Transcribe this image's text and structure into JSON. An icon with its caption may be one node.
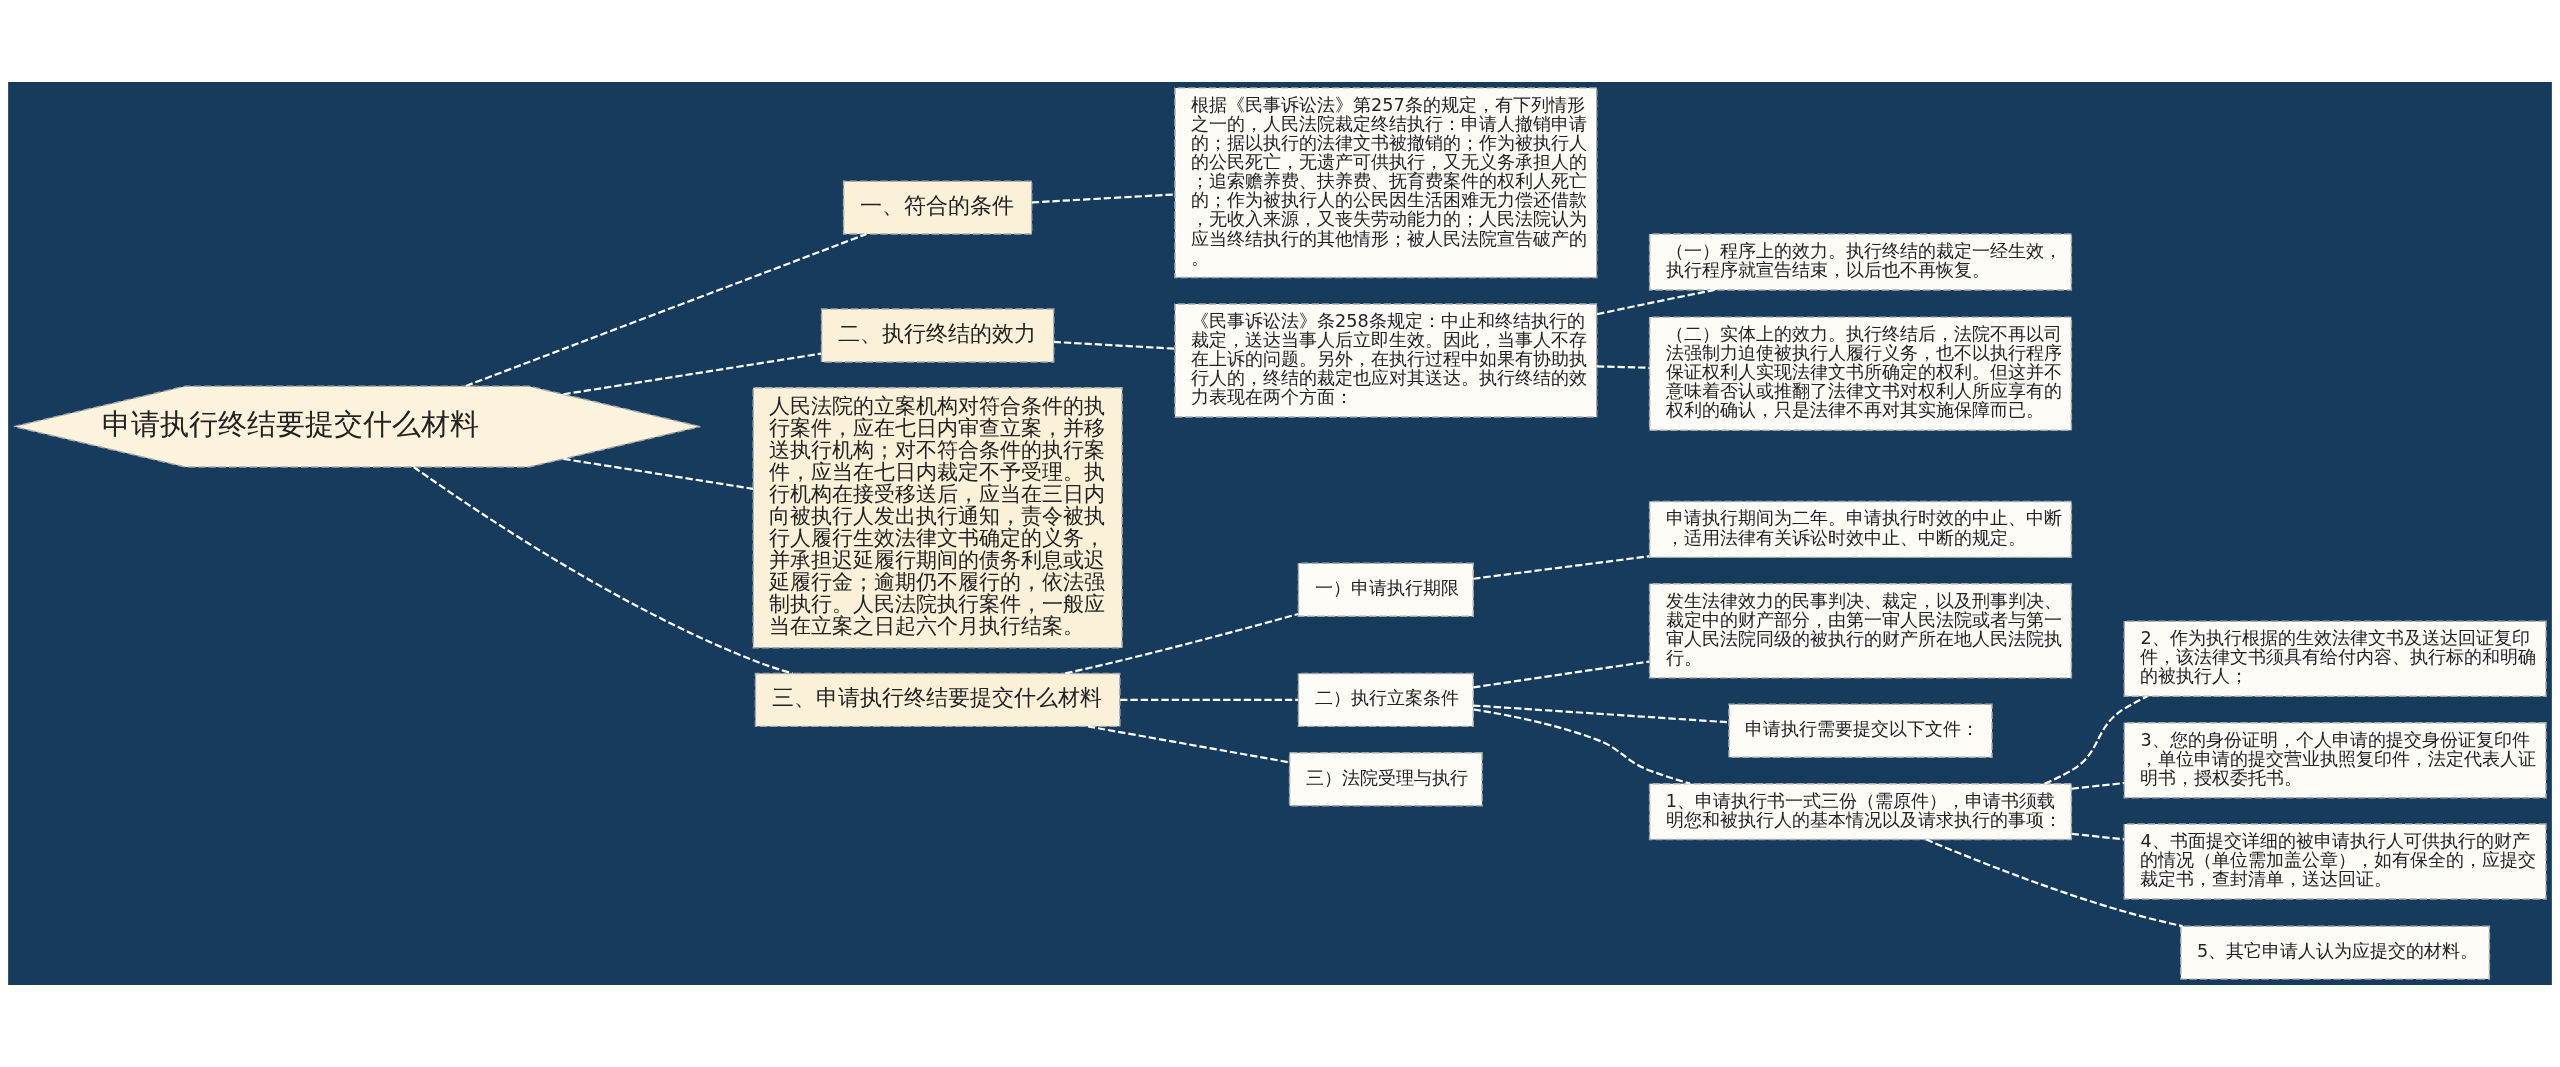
{
  "diagram": {
    "nodes": [
      {
        "text": [
          "申请执行终结要提交什么材料"
        ]
      },
      {
        "text": [
          "一、符合的条件"
        ]
      },
      {
        "text": [
          "根据《民事诉讼法》第257条的规定，有下列情形之一的，人民法院裁定终结执行：申请人撤销申请的；据以执行的法律文书被撤销的；作为被执行人的公民死亡，无遗产可供执行，又无义务承担人的；追索赡养费、扶养费、抚育费案件的权利人死亡的；作为被执行人的公民因生活困难无力偿还借款，无收入来源，又丧失劳动能力的；人民法院认为应当终结执行的其他情形；被人民法院宣告破产的。"
        ]
      },
      {
        "text": [
          "二、执行终结的效力"
        ]
      },
      {
        "text": [
          "《民事诉讼法》条258条规定：中止和终结执行的裁定，送达当事人后立即生效。因此，当事人不存在上诉的问题。另外，在执行过程中如果有协助执行人的，终结的裁定也应对其送达。执行终结的效力表现在两个方面："
        ]
      },
      {
        "text": [
          "（一）程序上的效力。执行终结的裁定一经生效，执行程序就宣告结束，以后也不再恢复。"
        ]
      },
      {
        "text": [
          "（二）实体上的效力。执行终结后，法院不再以司法强制力迫使被执行人履行义务，也不以执行程序保证权利人实现法律文书所确定的权利。但这并不意味着否认或推翻了法律文书对权利人所应享有的权利的确认，只是法律不再对其实施保障而已。"
        ]
      },
      {
        "text": [
          "人民法院的立案机构对符合条件的执行案件，应在七日内审查立案，并移送执行机构；对不符合条件的执行案件，应当在七日内裁定不予受理。执行机构在接受移送后，应当在三日内向被执行人发出执行通知，责令被执行人履行生效法律文书确定的义务，并承担迟延履行期间的债务利息或迟延履行金；逾期仍不履行的，依法强制执行。人民法院执行案件，一般应当在立案之日起六个月执行结案。"
        ]
      },
      {
        "text": [
          "三、申请执行终结要提交什么材料"
        ]
      },
      {
        "text": [
          "一）申请执行期限"
        ]
      },
      {
        "text": [
          "申请执行期间为二年。申请执行时效的中止、中断，适用法律有关诉讼时效中止、中断的规定。"
        ]
      },
      {
        "text": [
          "二）执行立案条件"
        ]
      },
      {
        "text": [
          "发生法律效力的民事判决、裁定，以及刑事判决、裁定中的财产部分，由第一审人民法院或者与第一审人民法院同级的被执行的财产所在地人民法院执行。"
        ]
      },
      {
        "text": [
          "申请执行需要提交以下文件："
        ]
      },
      {
        "text": [
          "1、申请执行书一式三份（需原件），申请书须载明您和被执行人的基本情况以及请求执行的事项："
        ]
      },
      {
        "text": [
          "2、作为执行根据的生效法律文书及送达回证复印件，该法律文书须具有给付内容、执行标的和明确的被执行人；"
        ]
      },
      {
        "text": [
          "3、您的身份证明，个人申请的提交身份证复印件，单位申请的提交营业执照复印件，法定代表人证明书，授权委托书。"
        ]
      },
      {
        "text": [
          "4、书面提交详细的被申请执行人可供执行的财产的情况（单位需加盖公章），如有保全的，应提交裁定书，查封清单，送达回证。"
        ]
      },
      {
        "text": [
          "5、其它申请人认为应提交的材料。"
        ]
      },
      {
        "text": [
          "三）法院受理与执行"
        ]
      }
    ],
    "edges": [
      {
        "from": 0,
        "to": 1,
        "arrow": "none",
        "style": "dashed"
      },
      {
        "from": 1,
        "to": 2,
        "arrow": "none",
        "style": "dashed"
      },
      {
        "from": 0,
        "to": 3,
        "arrow": "none",
        "style": "dashed"
      },
      {
        "from": 3,
        "to": 4,
        "arrow": "none",
        "style": "dashed"
      },
      {
        "from": 4,
        "to": 5,
        "arrow": "none",
        "style": "dashed"
      },
      {
        "from": 4,
        "to": 6,
        "arrow": "none",
        "style": "dashed"
      },
      {
        "from": 0,
        "to": 7,
        "arrow": "none",
        "style": "dashed"
      },
      {
        "from": 0,
        "to": 8,
        "arrow": "none",
        "style": "dashed"
      },
      {
        "from": 8,
        "to": 9,
        "arrow": "none",
        "style": "dashed"
      },
      {
        "from": 9,
        "to": 10,
        "arrow": "none",
        "style": "dashed"
      },
      {
        "from": 8,
        "to": 11,
        "arrow": "none",
        "style": "dashed"
      },
      {
        "from": 11,
        "to": 12,
        "arrow": "none",
        "style": "dashed"
      },
      {
        "from": 11,
        "to": 13,
        "arrow": "none",
        "style": "dashed"
      },
      {
        "from": 11,
        "to": 14,
        "arrow": "none",
        "style": "dashed"
      },
      {
        "from": 14,
        "to": 15,
        "arrow": "none",
        "style": "dashed"
      },
      {
        "from": 14,
        "to": 16,
        "arrow": "none",
        "style": "dashed"
      },
      {
        "from": 14,
        "to": 17,
        "arrow": "none",
        "style": "dashed"
      },
      {
        "from": 14,
        "to": 18,
        "arrow": "none",
        "style": "dashed"
      },
      {
        "from": 8,
        "to": 19,
        "arrow": "none",
        "style": "dashed"
      }
    ]
  }
}
